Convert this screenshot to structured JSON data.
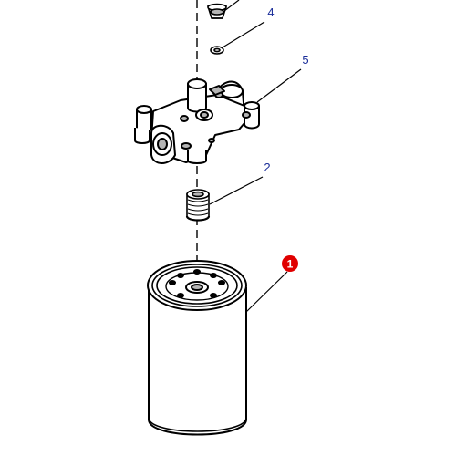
{
  "callouts": [
    {
      "id": "part-1",
      "label": "1",
      "style": "badge"
    },
    {
      "id": "part-2",
      "label": "2",
      "style": "text"
    },
    {
      "id": "part-4",
      "label": "4",
      "style": "text"
    },
    {
      "id": "part-5",
      "label": "5",
      "style": "text"
    }
  ],
  "colors": {
    "line": "#000000",
    "callout_text": "#1a2d99",
    "badge_fill": "#e00000",
    "badge_text": "#ffffff",
    "part_fill": "#ffffff",
    "shade": "#b5b5b5"
  },
  "icons": {
    "badge": "filled-circle-badge"
  }
}
